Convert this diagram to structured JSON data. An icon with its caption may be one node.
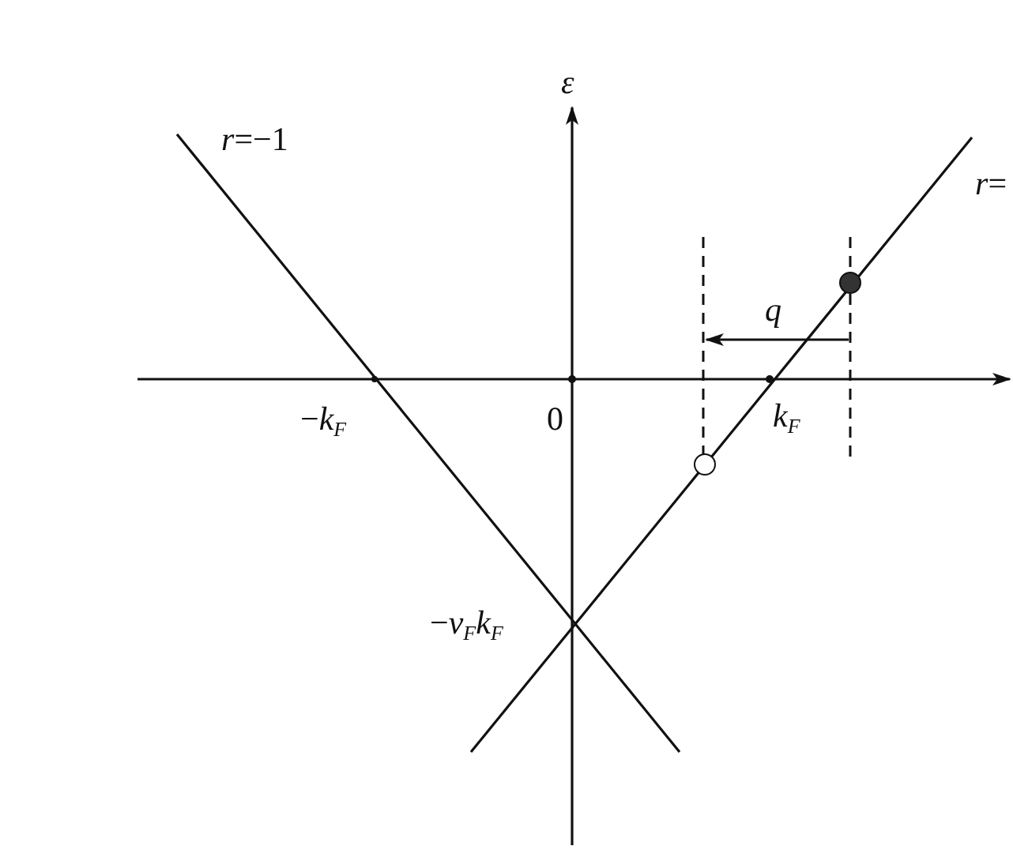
{
  "diagram": {
    "nodes": [
      {
        "text": [],
        "shape": "circle"
      },
      {
        "text": [],
        "shape": "circle"
      }
    ],
    "labels": [
      "ε",
      "*r*=−1",
      "*r*=",
      "*q*",
      "−*k*$_{F}$",
      "0",
      "*k*$_{F}$",
      "−*v*$_{F}$*k*$_{F}$"
    ]
  }
}
